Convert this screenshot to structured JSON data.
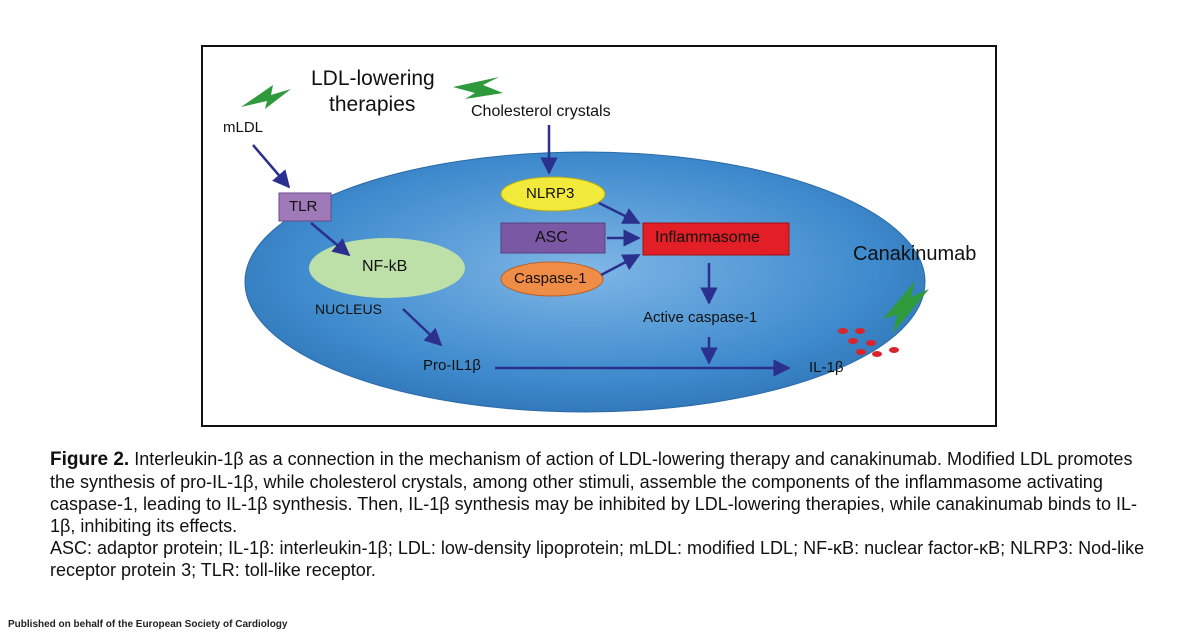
{
  "diagram": {
    "title_line1": "LDL-lowering",
    "title_line2": "therapies",
    "mldl": "mLDL",
    "cholesterol": "Cholesterol crystals",
    "tlr": "TLR",
    "nfkb": "NF-kB",
    "nucleus": "NUCLEUS",
    "nlrp3": "NLRP3",
    "asc": "ASC",
    "caspase1": "Caspase-1",
    "inflammasome": "Inflammasome",
    "active_caspase": "Active caspase-1",
    "pro_il1b": "Pro-IL1β",
    "il1b": "IL-1β",
    "canakinumab": "Canakinumab",
    "colors": {
      "cell": "#3a86c8",
      "cell_light": "#7fb6e6",
      "tlr": "#a07ab8",
      "nfkb": "#bde0a8",
      "nlrp3": "#f2ea3a",
      "asc": "#7b58a4",
      "caspase": "#ef8c45",
      "inflammasome": "#e21f26",
      "arrow": "#2b2f8e",
      "lightning": "#2e9a3c",
      "il1b_dots": "#d8242a"
    }
  },
  "caption": {
    "label": "Figure 2.",
    "text": "Interleukin-1β as a connection in the mechanism of action of LDL-lowering therapy and canakinumab. Modified LDL promotes the synthesis of pro-IL-1β, while cholesterol crystals, among other stimuli, assemble the components of the inflammasome activating caspase-1, leading to IL-1β synthesis. Then, IL-1β synthesis may be inhibited by LDL-lowering therapies, while canakinumab binds to IL-1β, inhibiting its effects.",
    "abbreviations": "ASC: adaptor protein; IL-1β: interleukin-1β; LDL: low-density lipoprotein; mLDL: modified LDL; NF-κB: nuclear factor-κB; NLRP3: Nod-like receptor protein 3; TLR: toll-like receptor."
  },
  "footer": "Published on behalf of the European Society of Cardiology"
}
